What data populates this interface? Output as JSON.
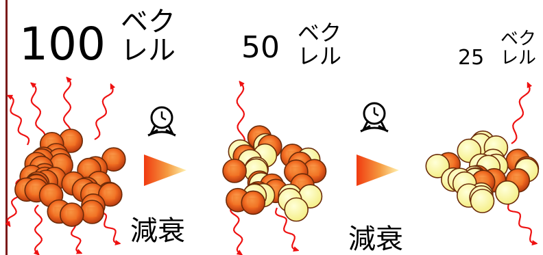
{
  "stages": [
    {
      "value": "100",
      "unit_top": "ベク",
      "unit_bottom": "レル"
    },
    {
      "value": "50",
      "unit_top": "ベク",
      "unit_bottom": "レル"
    },
    {
      "value": "25",
      "unit_top": "ベク",
      "unit_bottom": "レル"
    }
  ],
  "transitions": [
    {
      "label": "減衰",
      "icon": "alarm-clock-icon"
    },
    {
      "label": "減衰",
      "icon": "alarm-clock-icon"
    }
  ],
  "colors": {
    "decayed_nucleus": "#f7f58c",
    "active_nucleus": "#e8521a",
    "radiation_arrow": "#ee1111",
    "border_line": "#7a1a1a"
  }
}
